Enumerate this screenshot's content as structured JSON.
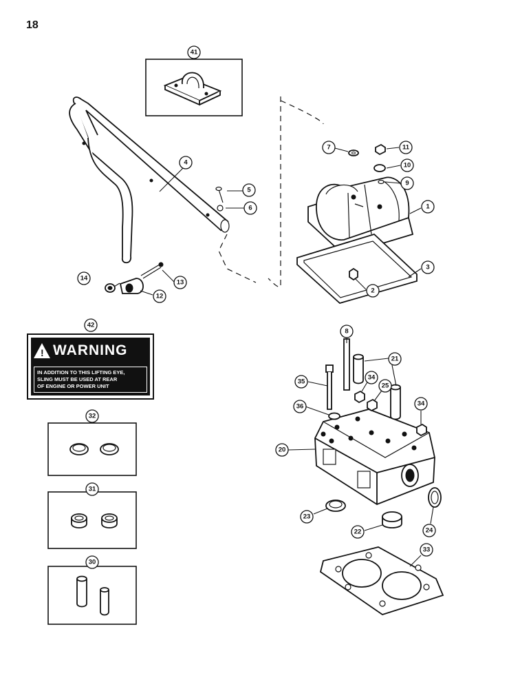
{
  "page_number": "18",
  "warning_decal": {
    "heading": "WARNING",
    "lines": [
      "IN ADDITION TO THIS LIFTING EYE,",
      "SLING MUST BE USED AT REAR",
      "OF ENGINE OR POWER UNIT"
    ]
  },
  "callouts": {
    "c41": "41",
    "c7": "7",
    "c11": "11",
    "c10": "10",
    "c9": "9",
    "c1": "1",
    "c4": "4",
    "c5": "5",
    "c6": "6",
    "c3": "3",
    "c2": "2",
    "c14": "14",
    "c12": "12",
    "c13": "13",
    "c42": "42",
    "c8": "8",
    "c21": "21",
    "c35": "35",
    "c34a": "34",
    "c25": "25",
    "c34b": "34",
    "c36": "36",
    "c20": "20",
    "c32": "32",
    "c31": "31",
    "c30": "30",
    "c23": "23",
    "c22": "22",
    "c24": "24",
    "c33": "33"
  }
}
